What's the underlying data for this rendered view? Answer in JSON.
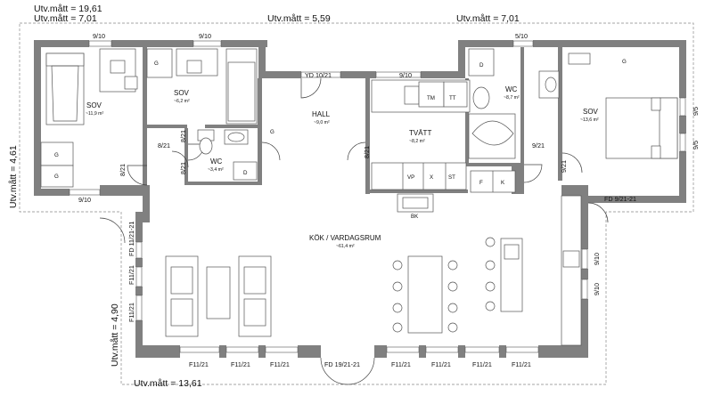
{
  "dimensions": {
    "total_width": "Utv.mått = 19,61",
    "left_wing_width": "Utv.mått = 7,01",
    "middle_width": "Utv.mått = 5,59",
    "right_wing_width": "Utv.mått = 7,01",
    "wing_depth": "Utv.mått = 4,61",
    "living_depth": "Utv.mått = 4,90",
    "living_width": "Utv.mått = 13,61"
  },
  "rooms": {
    "sov1": {
      "name": "SOV",
      "area": "~11,9 m²"
    },
    "sov2": {
      "name": "SOV",
      "area": "~6,2 m²"
    },
    "wc1": {
      "name": "WC",
      "area": "~3,4 m²"
    },
    "hall": {
      "name": "HALL",
      "area": "~9,0 m²"
    },
    "tvatt": {
      "name": "TVÄTT",
      "area": "~8,2 m²"
    },
    "wc2": {
      "name": "WC",
      "area": "~8,7 m²"
    },
    "sov3": {
      "name": "SOV",
      "area": "~13,6 m²"
    },
    "kok": {
      "name": "KÖK / VARDAGSRUM",
      "area": "~61,4 m²"
    }
  },
  "windows": {
    "w1": "9/10",
    "w2": "9/10",
    "w3": "5/10",
    "w4": "9/10",
    "w5": "9/10",
    "w_right1": "9/5",
    "w_right2": "9/5",
    "kit1": "9/10",
    "kit2": "9/10",
    "f1": "F11/21",
    "f2": "F11/21",
    "f3": "F11/21",
    "f4": "F11/21",
    "f5": "F11/21",
    "f6": "F11/21",
    "f7": "F11/21",
    "fl1": "F11/21",
    "fl2": "F11/21"
  },
  "doors": {
    "entry": "YD 10/21",
    "fd_left": "FD 11/21-21",
    "fd_right": "FD 9/21-21",
    "fd_bottom": "FD 19/21-21",
    "d1": "8/21",
    "d2": "8/21",
    "d3": "8/21",
    "d4": "8/21",
    "d5": "8/21",
    "d6": "9/21",
    "d7": "9/21"
  },
  "labels": {
    "g": "G",
    "d": "D",
    "tm": "TM",
    "tt": "TT",
    "vp": "VP",
    "x": "X",
    "st": "ST",
    "f": "F",
    "k": "K",
    "bk": "BK"
  }
}
